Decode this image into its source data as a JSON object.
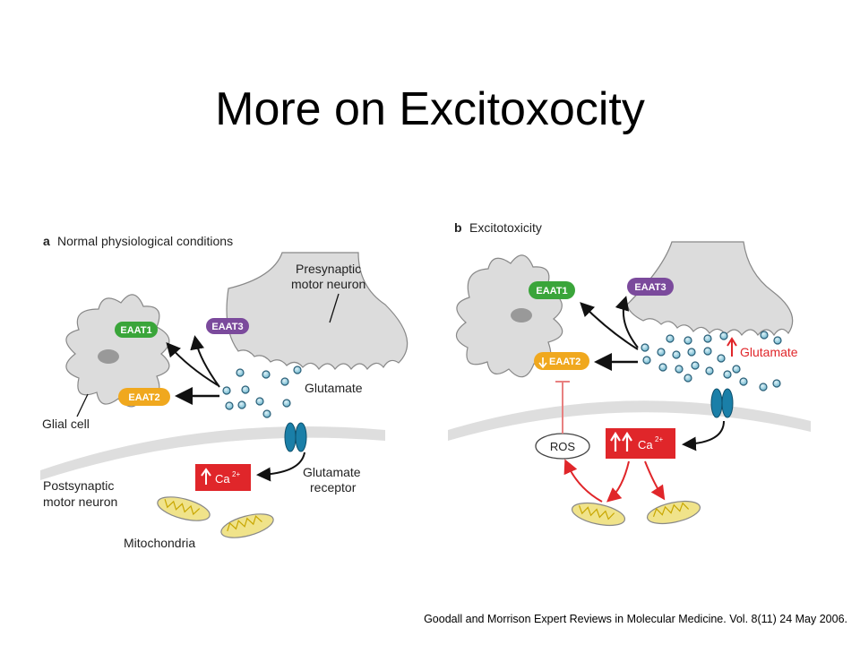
{
  "slide": {
    "title": "More on Excitoxocity",
    "citation": "Goodall and Morrison Expert Reviews in Molecular Medicine. Vol. 8(11) 24 May 2006."
  },
  "panel_a": {
    "letter": "a",
    "heading": "Normal physiological conditions",
    "presynaptic_line1": "Presynaptic",
    "presynaptic_line2": "motor neuron",
    "glutamate": "Glutamate",
    "receptor_line1": "Glutamate",
    "receptor_line2": "receptor",
    "glial": "Glial cell",
    "postsynaptic_line1": "Postsynaptic",
    "postsynaptic_line2": "motor neuron",
    "mitochondria": "Mitochondria",
    "eaat1": "EAAT1",
    "eaat2": "EAAT2",
    "eaat3": "EAAT3",
    "ca": "Ca",
    "ca_charge": "2+"
  },
  "panel_b": {
    "letter": "b",
    "heading": "Excitotoxicity",
    "glutamate": "Glutamate",
    "eaat1": "EAAT1",
    "eaat2": "EAAT2",
    "eaat3": "EAAT3",
    "ros": "ROS",
    "ca": "Ca",
    "ca_charge": "2+"
  },
  "colors": {
    "eaat1": "#3aa53a",
    "eaat2": "#f0a81e",
    "eaat3": "#7b4a9c",
    "calcium": "#e0262a",
    "receptor": "#1a7fa8",
    "cell": "#dcdcdc"
  }
}
